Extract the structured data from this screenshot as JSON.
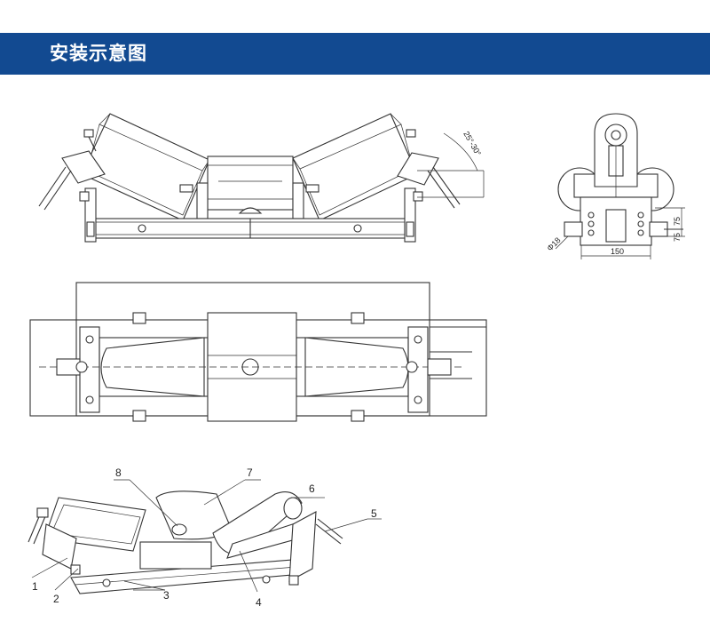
{
  "header": {
    "title": "安装示意图",
    "bg_color": "#124a91"
  },
  "end_view": {
    "angle_label": "25°-30°",
    "dim_150": "150",
    "dim_75a": "75",
    "dim_75b": "75",
    "dia_label": "Φ18"
  },
  "callouts": [
    "1",
    "2",
    "3",
    "4",
    "5",
    "6",
    "7",
    "8"
  ]
}
